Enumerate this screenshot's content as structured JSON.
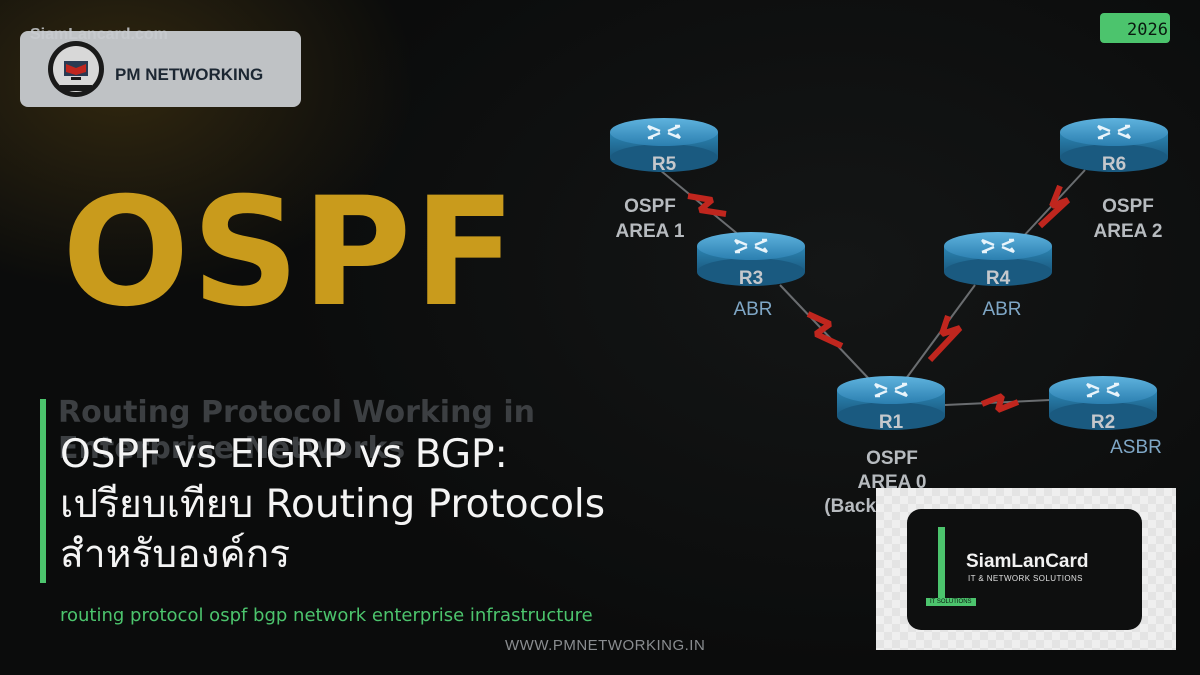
{
  "watermark": {
    "site": "SiamLancard.com"
  },
  "logo": {
    "name": "PM NETWORKING"
  },
  "year_badge": "2026",
  "background": {
    "big_title": "OSPF",
    "subtitle_line1": "Routing Protocol Working in",
    "subtitle_line2": "Enterprise Networks",
    "footer_site": "WWW.PMNETWORKING.IN"
  },
  "diagram": {
    "routers": [
      {
        "id": "R5",
        "label": "R5"
      },
      {
        "id": "R3",
        "label": "R3",
        "role": "ABR"
      },
      {
        "id": "R4",
        "label": "R4",
        "role": "ABR"
      },
      {
        "id": "R6",
        "label": "R6"
      },
      {
        "id": "R1",
        "label": "R1"
      },
      {
        "id": "R2",
        "label": "R2",
        "role": "ASBR"
      }
    ],
    "areas": {
      "area1": [
        "OSPF",
        "AREA 1"
      ],
      "area2": [
        "OSPF",
        "AREA 2"
      ],
      "area0": [
        "OSPF",
        "AREA 0",
        "(Backbone)"
      ]
    }
  },
  "headline": {
    "line1": "OSPF vs EIGRP vs BGP:",
    "line2": "เปรียบเทียบ Routing Protocols",
    "line3": "สำหรับองค์กร"
  },
  "tags": "routing protocol ospf bgp network enterprise infrastructure",
  "brand_card": {
    "name": "SiamLanCard",
    "tagline": "IT & NETWORK SOLUTIONS",
    "tag": "IT SOLUTIONS"
  },
  "colors": {
    "accent": "#4cc46d",
    "ospf_gold": "#c99b1c",
    "link_red": "#c0261e",
    "router_blue": "#2d86b4"
  }
}
